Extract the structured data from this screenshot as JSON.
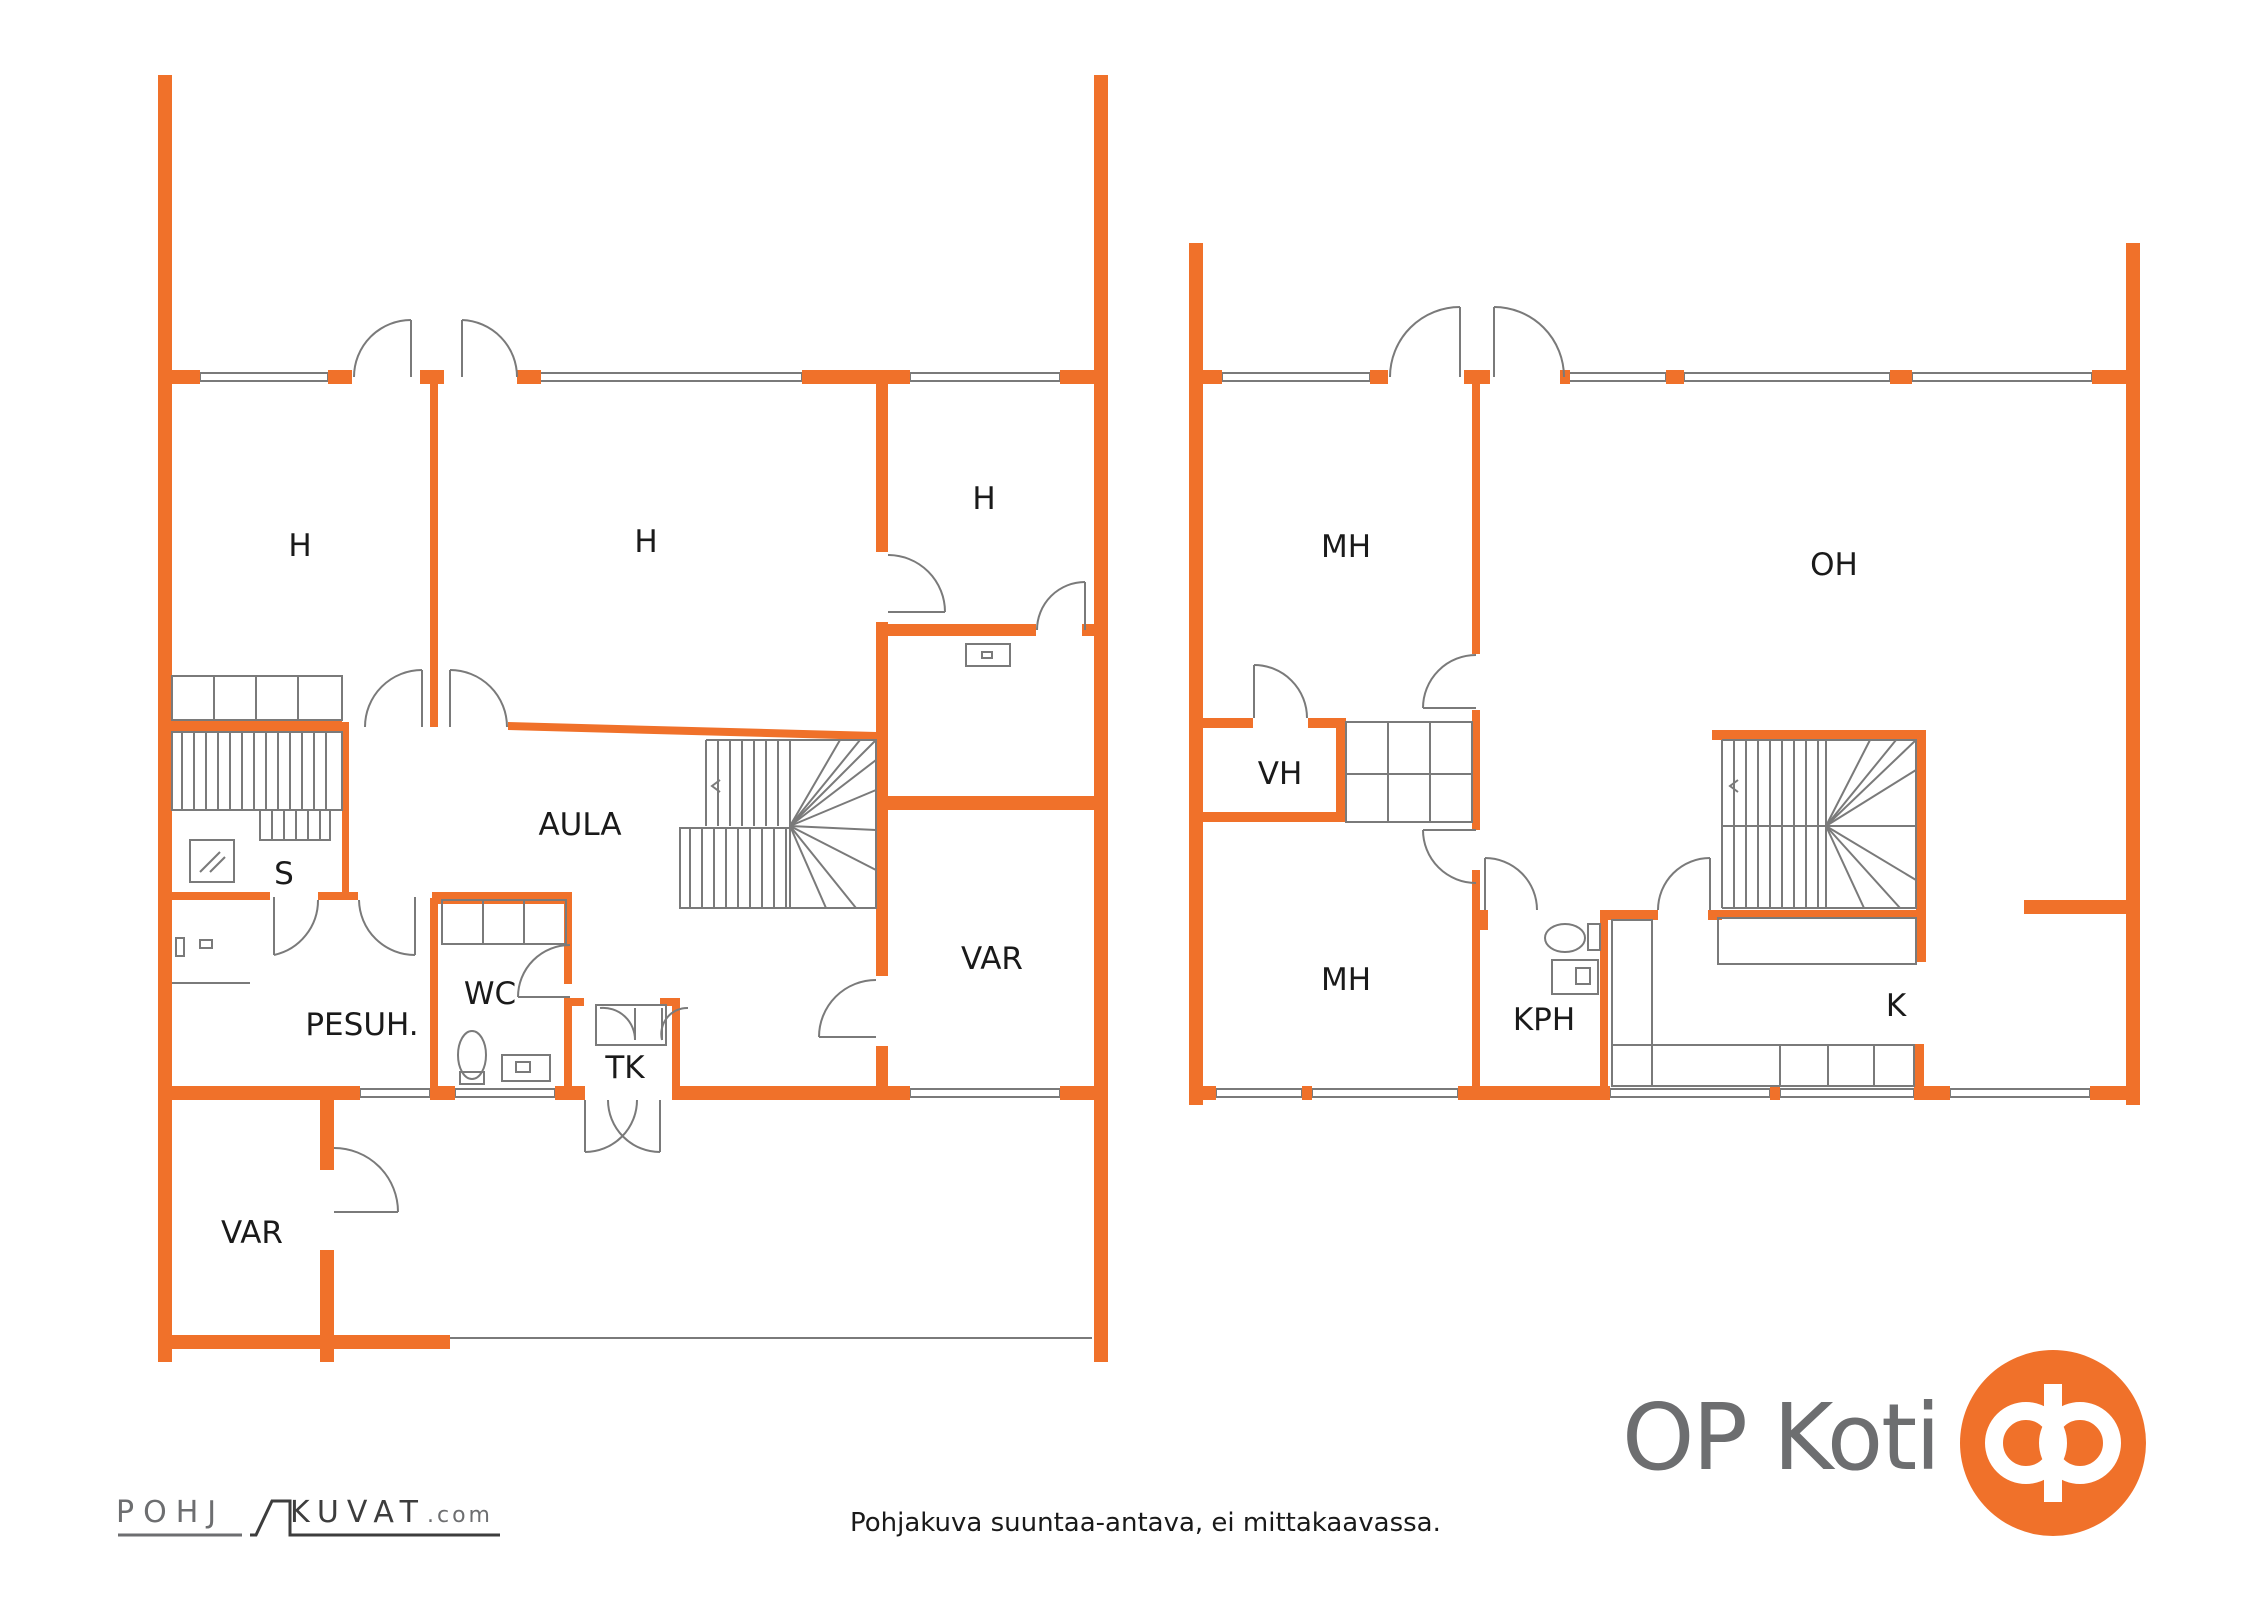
{
  "colors": {
    "wall": "#f0712a",
    "line": "#7a7a7a",
    "brand_gray": "#6d6e70",
    "text": "#1a1a1a"
  },
  "floors": [
    {
      "rooms": [
        {
          "id": "h1",
          "label": "H"
        },
        {
          "id": "h2",
          "label": "H"
        },
        {
          "id": "h3",
          "label": "H"
        },
        {
          "id": "aula",
          "label": "AULA"
        },
        {
          "id": "s",
          "label": "S"
        },
        {
          "id": "wc",
          "label": "WC"
        },
        {
          "id": "var1",
          "label": "VAR"
        },
        {
          "id": "pesuh",
          "label": "PESUH."
        },
        {
          "id": "tk",
          "label": "TK"
        },
        {
          "id": "var2",
          "label": "VAR"
        }
      ]
    },
    {
      "rooms": [
        {
          "id": "mh1",
          "label": "MH"
        },
        {
          "id": "oh",
          "label": "OH"
        },
        {
          "id": "vh",
          "label": "VH"
        },
        {
          "id": "mh2",
          "label": "MH"
        },
        {
          "id": "kph",
          "label": "KPH"
        },
        {
          "id": "k",
          "label": "K"
        }
      ]
    }
  ],
  "brand": {
    "name": "OP Koti",
    "logo_icon": "op-logo-icon"
  },
  "footer": {
    "note": "Pohjakuva suuntaa-antava, ei mittakaavassa."
  },
  "credit": {
    "part1": "POHJ",
    "part2": "KUVAT",
    "part3": ".com"
  }
}
